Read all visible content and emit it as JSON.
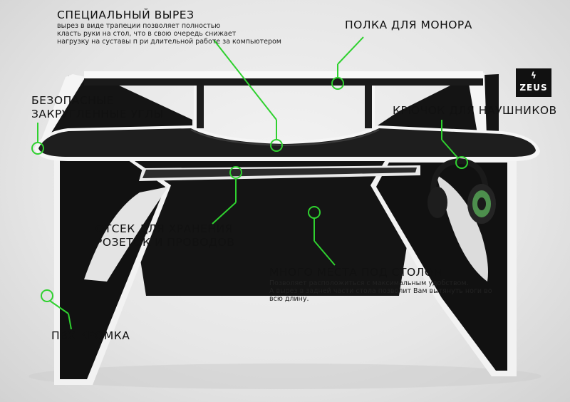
{
  "brand": {
    "logo_text": "ZEUS",
    "bolt_glyph": "ϟ"
  },
  "callouts": {
    "cutout": {
      "title": "СПЕЦИАЛЬНЫЙ ВЫРЕЗ",
      "line1": "вырез в виде трапеции позволяет полностью",
      "line2": "класть руки на стол, что в свою очередь снижает",
      "line3": "нагрузку на суставы п ри длительной работе за компьютером"
    },
    "monitor_shelf": {
      "title": "ПОЛКА ДЛЯ МОНОРА"
    },
    "rounded_corners": {
      "line1": "БЕЗОПАСНЫЕ",
      "line2": "ЗАКРУГЛЕННЫЕ УГЛЫ"
    },
    "headphone_hook": {
      "title": "КРЮЧОК ДЛЯ НАУШНИКОВ"
    },
    "storage": {
      "line1": "ОТСЕК ДЛЯ ХРАНЕНИЯ",
      "line2": "РОЗЕТОК И ПРОВОДОВ"
    },
    "legroom": {
      "title": "МНОГО МЕСТА ПОД СТОЛОМ",
      "line1": "Позволяет расположиться с максимальным удобством.",
      "line2": "А вырез в задней части стола позволит Вам вытянуть ноги во",
      "line3": "всю длину."
    },
    "pvc_edge": {
      "title": "ПВХ КРОМКА"
    }
  },
  "colors": {
    "accent_green": "#2fd12f",
    "desk_black": "#1a1a1a",
    "edge_white": "#f5f5f5"
  }
}
